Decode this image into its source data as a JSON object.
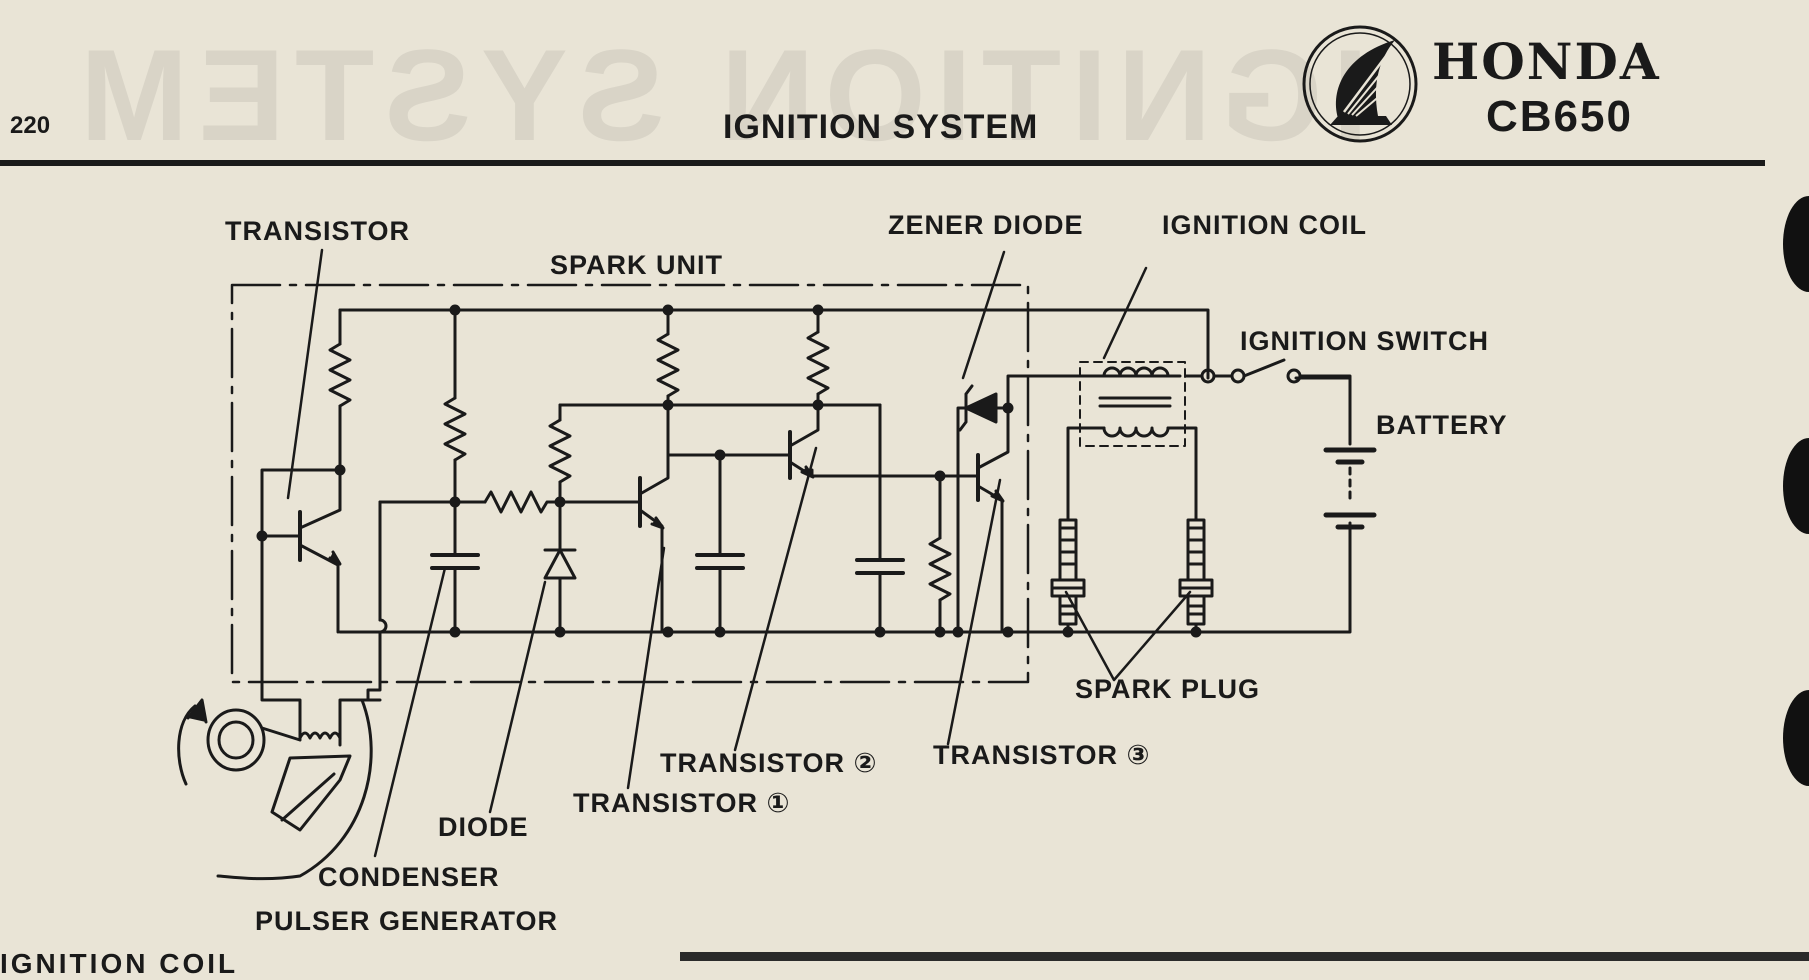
{
  "header": {
    "page_number": "220",
    "title": "IGNITION SYSTEM",
    "brand": "HONDA",
    "model": "CB650",
    "logo_icon": "honda-wing-icon"
  },
  "diagram": {
    "labels": {
      "transistor_top": "TRANSISTOR",
      "spark_unit": "SPARK UNIT",
      "zener_diode": "ZENER DIODE",
      "ignition_coil": "IGNITION COIL",
      "ignition_switch": "IGNITION SWITCH",
      "battery": "BATTERY",
      "spark_plug": "SPARK PLUG",
      "transistor_2": "TRANSISTOR ②",
      "transistor_3": "TRANSISTOR ③",
      "transistor_1": "TRANSISTOR ①",
      "diode": "DIODE",
      "condenser": "CONDENSER",
      "pulser_generator": "PULSER GENERATOR"
    }
  },
  "footer": {
    "heading": "IGNITION COIL"
  }
}
